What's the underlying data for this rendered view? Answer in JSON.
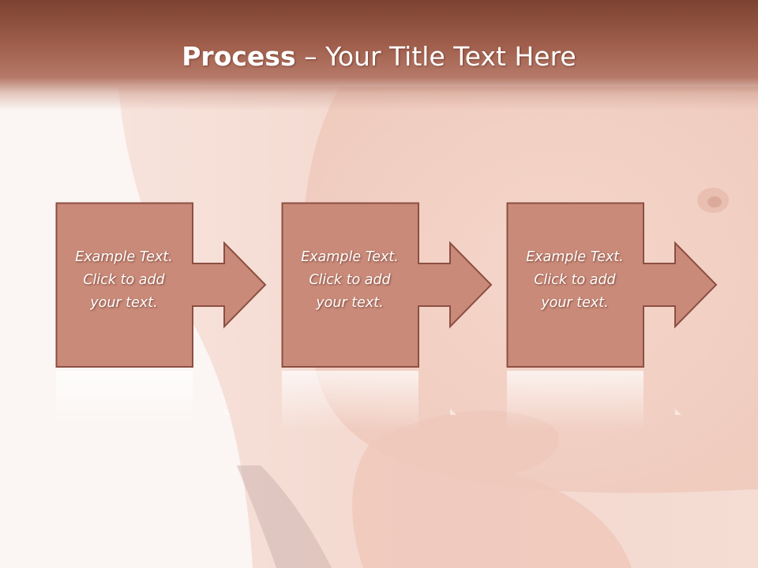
{
  "slide": {
    "title_bold": "Process",
    "title_separator": "–",
    "title_rest": "Your Title Text Here"
  },
  "steps": [
    {
      "line1": "Example Text.",
      "line2": "Click  to add",
      "line3": "your text."
    },
    {
      "line1": "Example Text.",
      "line2": "Click  to add",
      "line3": "your text."
    },
    {
      "line1": "Example Text.",
      "line2": "Click  to add",
      "line3": "your text."
    }
  ],
  "colors": {
    "header": "#8a4a38",
    "box_fill": "#c98a79",
    "box_stroke": "#8c4f42",
    "text": "#ffffff"
  }
}
